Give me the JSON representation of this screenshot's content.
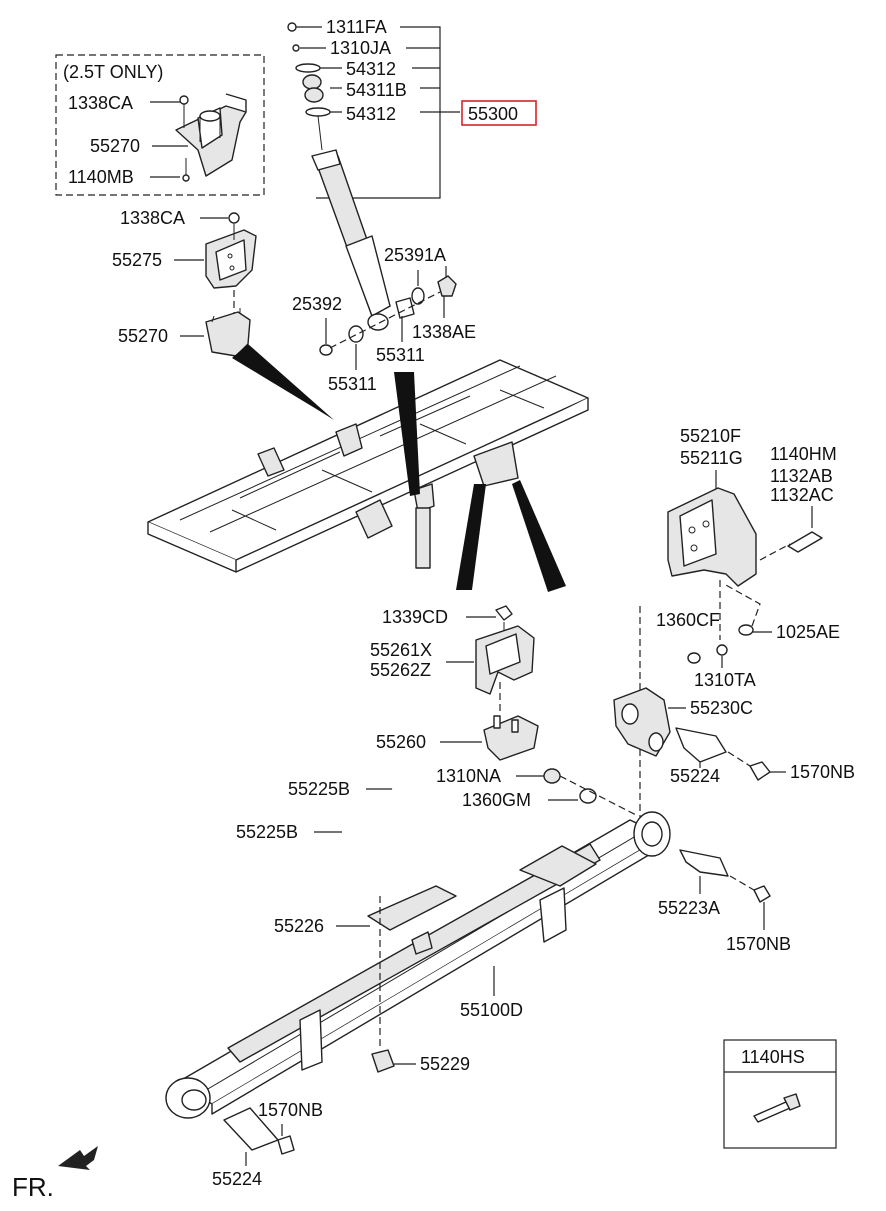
{
  "labels": {
    "note_2_5t": "(2.5T ONLY)",
    "p1338ca_a": "1338CA",
    "p55270_a": "55270",
    "p1140mb": "1140MB",
    "p1338ca_b": "1338CA",
    "p55275": "55275",
    "p55270_b": "55270",
    "p1311fa": "1311FA",
    "p1310ja": "1310JA",
    "p54312_a": "54312",
    "p54311b": "54311B",
    "p54312_b": "54312",
    "p55300": "55300",
    "p25391a": "25391A",
    "p25392": "25392",
    "p1338ae": "1338AE",
    "p55311_a": "55311",
    "p55311_b": "55311",
    "p55210f": "55210F",
    "p55211g": "55211G",
    "p1140hm": "1140HM",
    "p1132ab": "1132AB",
    "p1132ac": "1132AC",
    "p1360cf": "1360CF",
    "p1025ae": "1025AE",
    "p1310ta": "1310TA",
    "p55230c": "55230C",
    "p55224_a": "55224",
    "p1570nb_a": "1570NB",
    "p1339cd": "1339CD",
    "p55261x": "55261X",
    "p55262z": "55262Z",
    "p55260": "55260",
    "p1310na": "1310NA",
    "p1360gm": "1360GM",
    "p55225b_a": "55225B",
    "p55225b_b": "55225B",
    "p55226": "55226",
    "p55223a": "55223A",
    "p1570nb_b": "1570NB",
    "p55100d": "55100D",
    "p55229": "55229",
    "p1570nb_c": "1570NB",
    "p55224_b": "55224",
    "p1140hs": "1140HS",
    "fr": "FR."
  },
  "colors": {
    "highlight_box": "#d9232a",
    "line": "#222222"
  },
  "icons": {
    "front_direction": "arrow-down-left-icon"
  }
}
